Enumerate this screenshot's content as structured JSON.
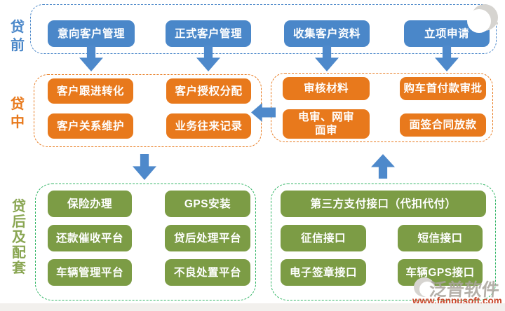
{
  "colors": {
    "blue": "#4a87c9",
    "orange": "#e8791c",
    "green-box": "#7c9c45",
    "green-border": "#2eb463",
    "label-green": "#8aa653",
    "arrow-blue": "#4e89cb",
    "watermark-gray": "#aaa49cdd",
    "watermark-red": "#c9472b",
    "swoosh-gray": "#d6d4d0",
    "footer-gray": "#f2f0ed"
  },
  "sections": {
    "preloan": {
      "label": "贷前",
      "items": [
        "意向客户管理",
        "正式客户管理",
        "收集客户资料",
        "立项申请"
      ]
    },
    "midloan": {
      "label": "贷中",
      "left_items": [
        "客户跟进转化",
        "客户授权分配",
        "客户关系维护",
        "业务往来记录"
      ],
      "right_items": [
        "审核材料",
        "购车首付款审批",
        "电审、网审\n面审",
        "面签合同放款"
      ]
    },
    "postloan": {
      "label": "贷后及配套",
      "left_items": [
        "保险办理",
        "GPS安装",
        "还款催收平台",
        "贷后处理平台",
        "车辆管理平台",
        "不良处置平台"
      ],
      "right_wide_item": "第三方支付接口（代扣代付）",
      "right_items": [
        "征信接口",
        "短信接口",
        "电子签章接口",
        "车辆GPS接口"
      ]
    }
  },
  "icons": {
    "down_arrow": "down-arrow-icon",
    "up_arrow": "up-arrow-icon",
    "left_arrow": "left-arrow-icon",
    "swoosh": "brand-swoosh-icon"
  },
  "watermark": {
    "brand": "泛普软件",
    "url": "www.fanpusoft.com"
  }
}
